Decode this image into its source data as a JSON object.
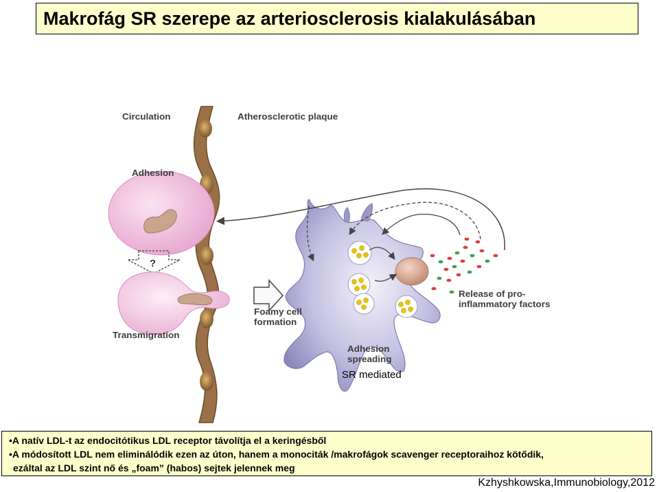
{
  "title": "Makrofág SR szerepe az arteriosclerosis kialakulásában",
  "figure": {
    "labels": {
      "circulation": "Circulation",
      "plaque": "Atherosclerotic plaque",
      "adhesion": "Adhesion",
      "question": "?",
      "transmigration": "Transmigration",
      "foamy_line1": "Foamy cell",
      "foamy_line2": "formation",
      "release_line1": "Release of pro-",
      "release_line2": "inflammatory factors",
      "spreading_line1": "Adhesion",
      "spreading_line2": "spreading"
    },
    "colors": {
      "monocyte": "#e7a6cf",
      "macrophage": "#9c99c7",
      "nucleus": "#d4a08a",
      "endothelium": "#9a7048",
      "ldl": "#e2c020",
      "factor_red": "#d94040",
      "factor_green": "#40a050"
    }
  },
  "sr_mediated": "SR mediated",
  "notes": [
    "•A natív LDL-t az endocitótikus LDL receptor távolítja el a keringésből",
    "•A módosított LDL nem eliminálódik ezen az úton, hanem a monociták /makrofágok scavenger receptoraihoz kötődik,",
    "ezáltal az LDL szint nő és „foam” (habos) sejtek jelennek meg"
  ],
  "citation": "Kzhyshkowska,Immunobiology,2012"
}
